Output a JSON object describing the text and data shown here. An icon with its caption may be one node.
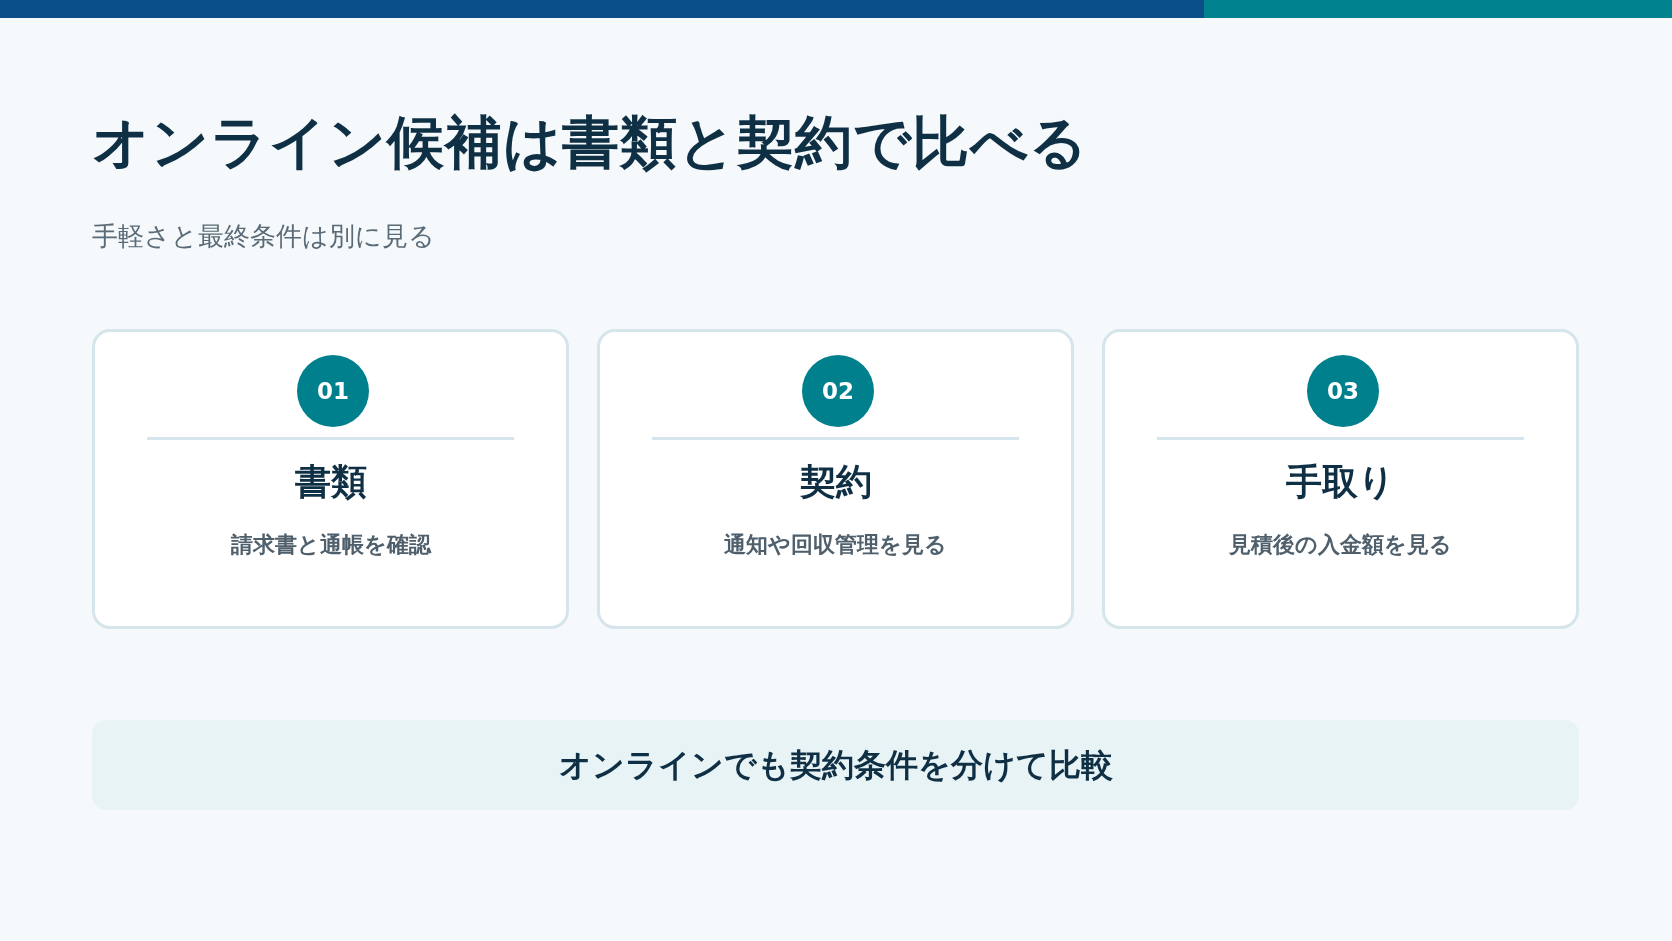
{
  "diagram": {
    "title": "オンライン候補は書類と契約で比べる",
    "nodes": [
      {
        "text": [
          "書類",
          "請求書と通帳を確認"
        ]
      },
      {
        "text": [
          "01"
        ],
        "in": 0
      },
      {
        "text": [
          "契約",
          "通知や回収管理を見る"
        ]
      },
      {
        "text": [
          "02"
        ],
        "in": 2
      },
      {
        "text": [
          "手取り",
          "見積後の入金額を見る"
        ]
      },
      {
        "text": [
          "03"
        ],
        "in": 4
      },
      {
        "text": [
          "オンラインでも契約条件を分けて比較"
        ]
      }
    ],
    "labels": [
      "手軽さと最終条件は別に見る"
    ]
  }
}
